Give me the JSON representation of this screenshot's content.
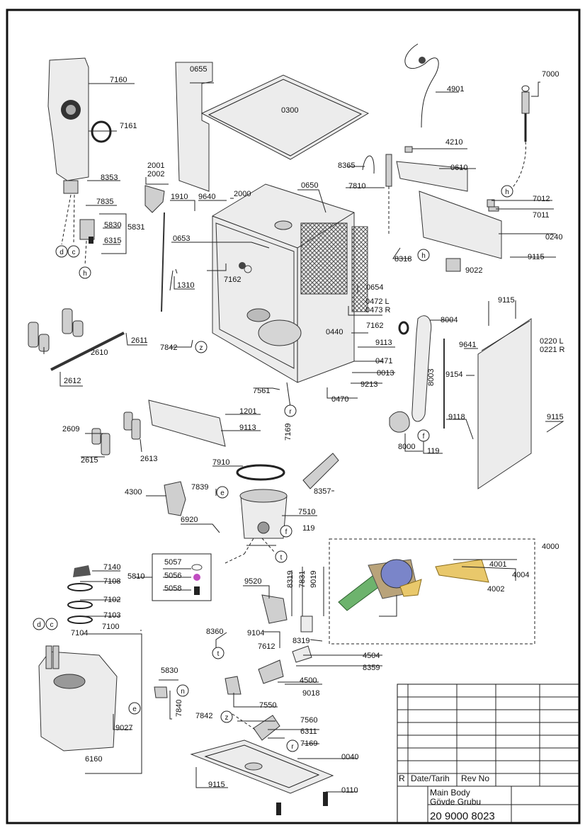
{
  "labels": {
    "p0655": "0655",
    "p0300": "0300",
    "p4901": "4901",
    "p7000": "7000",
    "p7160": "7160",
    "p7161": "7161",
    "p8353": "8353",
    "p7835": "7835",
    "p5830a": "5830",
    "p5831": "5831",
    "p6315": "6315",
    "p2001": "2001",
    "p2002": "2002",
    "p1910": "1910",
    "p9640": "9640",
    "p2000": "2000",
    "p0650": "0650",
    "p0653": "0653",
    "p7162a": "7162",
    "p1310": "1310",
    "p8365": "8365",
    "p4210": "4210",
    "p0610": "0610",
    "p7810": "7810",
    "p7012": "7012",
    "p7011": "7011",
    "p0240": "0240",
    "p8318": "8318",
    "p9115a": "9115",
    "p9022": "9022",
    "p0654": "0654",
    "p0472": "0472 L",
    "p0473": "0473 R",
    "p0440": "0440",
    "p7162b": "7162",
    "p9113a": "9113",
    "p0471": "0471",
    "p0013": "0013",
    "p9213": "9213",
    "p0470": "0470",
    "p8004": "8004",
    "p9115b": "9115",
    "p0220": "0220 L",
    "p0221": "0221 R",
    "p9641": "9641",
    "p9154": "9154",
    "p8003": "8003",
    "p9118": "9118",
    "p9115c": "9115",
    "p8000": "8000",
    "p119a": "119",
    "p2611": "2611",
    "p2610": "2610",
    "p2612": "2612",
    "p7842a": "7842",
    "p7561": "7561",
    "p1201": "1201",
    "p9113b": "9113",
    "p7169a": "7169",
    "p2609": "2609",
    "p2615": "2615",
    "p2613": "2613",
    "p7910": "7910",
    "p8357": "8357",
    "p4300": "4300",
    "p7839": "7839",
    "p7510": "7510",
    "p6920": "6920",
    "p119b": "119",
    "p4000": "4000",
    "p4001": "4001",
    "p4004": "4004",
    "p4002": "4002",
    "p7140": "7140",
    "p7108": "7108",
    "p5810": "5810",
    "p5057": "5057",
    "p5056": "5056",
    "p5058": "5058",
    "p7102": "7102",
    "p7103": "7103",
    "p7104": "7104",
    "p7100": "7100",
    "p9520": "9520",
    "p8319a": "8319",
    "p7831": "7831",
    "p9019": "9019",
    "p9104": "9104",
    "p7612": "7612",
    "p8319b": "8319",
    "p8360": "8360",
    "p4504": "4504",
    "p8359": "8359",
    "p4500": "4500",
    "p9018": "9018",
    "p5830b": "5830",
    "p7840": "7840",
    "p9027": "9027",
    "p7550": "7550",
    "p7842b": "7842",
    "p7560": "7560",
    "p6311": "6311",
    "p7169b": "7169",
    "p6160": "6160",
    "p0040": "0040",
    "p9115d": "9115",
    "p0110": "0110"
  },
  "markers": {
    "d1": "d",
    "c1": "c",
    "h1": "h",
    "h2": "h",
    "h3": "h",
    "z1": "z",
    "r1": "r",
    "f1": "f",
    "e1": "e",
    "f2": "f",
    "t1": "t",
    "d2": "d",
    "c2": "c",
    "t2": "t",
    "e2": "e",
    "n1": "n",
    "z2": "z",
    "r2": "r"
  },
  "title_block": {
    "rev_marker": "R",
    "date_header": "Date/Tarih",
    "rev_header": "Rev No",
    "title_en": "Main Body",
    "title_tr": "Gövde Grubu",
    "drawing_number": "20 9000 8023"
  }
}
